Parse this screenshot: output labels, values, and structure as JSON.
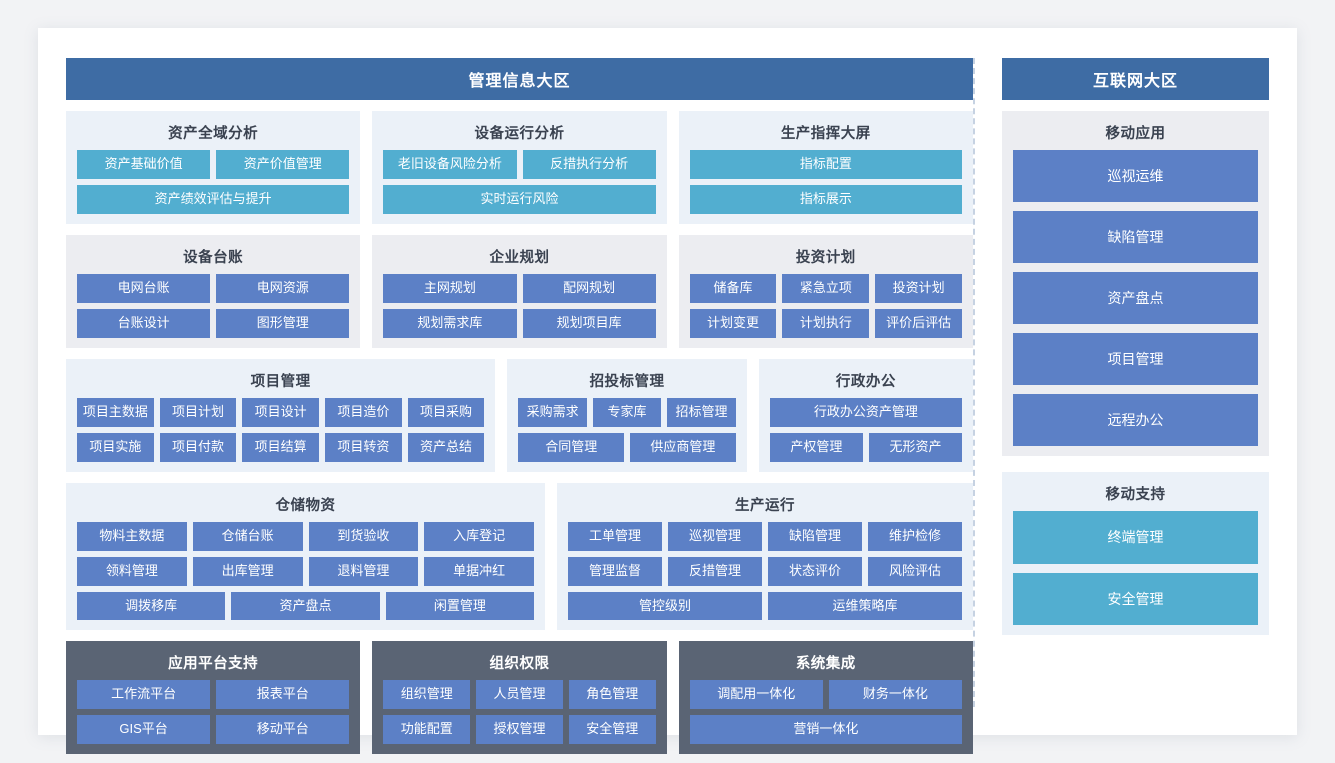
{
  "zones": {
    "left_title": "管理信息大区",
    "right_title": "互联网大区"
  },
  "colors": {
    "zone_header": "#3e6ca4",
    "panel_light": "#ebf1f8",
    "panel_gray": "#ecedf1",
    "panel_dark": "#5a6474",
    "tile_cyan": "#52aed0",
    "tile_blue": "#5c80c6",
    "card_bg": "#ffffff",
    "page_bg": "#f2f3f5",
    "divider": "#c6d2e2"
  },
  "left": {
    "band1": [
      {
        "title": "资产全域分析",
        "panel": "light",
        "tile": "cyan",
        "rows": [
          [
            "资产基础价值",
            "资产价值管理"
          ],
          [
            "资产绩效评估与提升"
          ]
        ]
      },
      {
        "title": "设备运行分析",
        "panel": "light",
        "tile": "cyan",
        "rows": [
          [
            "老旧设备风险分析",
            "反措执行分析"
          ],
          [
            "实时运行风险"
          ]
        ]
      },
      {
        "title": "生产指挥大屏",
        "panel": "light",
        "tile": "cyan",
        "rows": [
          [
            "指标配置"
          ],
          [
            "指标展示"
          ]
        ]
      }
    ],
    "band2": [
      {
        "title": "设备台账",
        "panel": "gray",
        "tile": "blue",
        "rows": [
          [
            "电网台账",
            "电网资源"
          ],
          [
            "台账设计",
            "图形管理"
          ]
        ]
      },
      {
        "title": "企业规划",
        "panel": "gray",
        "tile": "blue",
        "rows": [
          [
            "主网规划",
            "配网规划"
          ],
          [
            "规划需求库",
            "规划项目库"
          ]
        ]
      },
      {
        "title": "投资计划",
        "panel": "gray",
        "tile": "blue",
        "rows": [
          [
            "储备库",
            "紧急立项",
            "投资计划"
          ],
          [
            "计划变更",
            "计划执行",
            "评价后评估"
          ]
        ]
      }
    ],
    "band3": [
      {
        "title": "项目管理",
        "panel": "light",
        "tile": "blue",
        "rows": [
          [
            "项目主数据",
            "项目计划",
            "项目设计",
            "项目造价",
            "项目采购"
          ],
          [
            "项目实施",
            "项目付款",
            "项目结算",
            "项目转资",
            "资产总结"
          ]
        ]
      },
      {
        "title": "招投标管理",
        "panel": "light",
        "tile": "blue",
        "rows": [
          [
            "采购需求",
            "专家库",
            "招标管理"
          ],
          [
            "合同管理",
            "供应商管理"
          ]
        ]
      },
      {
        "title": "行政办公",
        "panel": "light",
        "tile": "blue",
        "rows": [
          [
            "行政办公资产管理"
          ],
          [
            "产权管理",
            "无形资产"
          ]
        ]
      }
    ],
    "band4": [
      {
        "title": "仓储物资",
        "panel": "light",
        "tile": "blue",
        "rows": [
          [
            "物料主数据",
            "仓储台账",
            "到货验收",
            "入库登记"
          ],
          [
            "领料管理",
            "出库管理",
            "退料管理",
            "单据冲红"
          ],
          [
            "调拨移库",
            "资产盘点",
            "闲置管理"
          ]
        ]
      },
      {
        "title": "生产运行",
        "panel": "light",
        "tile": "blue",
        "rows": [
          [
            "工单管理",
            "巡视管理",
            "缺陷管理",
            "维护检修"
          ],
          [
            "管理监督",
            "反措管理",
            "状态评价",
            "风险评估"
          ],
          [
            "管控级别",
            "运维策略库"
          ]
        ]
      }
    ],
    "band5": [
      {
        "title": "应用平台支持",
        "panel": "dark",
        "tile": "blue",
        "rows": [
          [
            "工作流平台",
            "报表平台"
          ],
          [
            "GIS平台",
            "移动平台"
          ]
        ]
      },
      {
        "title": "组织权限",
        "panel": "dark",
        "tile": "blue",
        "rows": [
          [
            "组织管理",
            "人员管理",
            "角色管理"
          ],
          [
            "功能配置",
            "授权管理",
            "安全管理"
          ]
        ]
      },
      {
        "title": "系统集成",
        "panel": "dark",
        "tile": "blue",
        "rows": [
          [
            "调配用一体化",
            "财务一体化"
          ],
          [
            "营销一体化"
          ]
        ]
      }
    ]
  },
  "right": {
    "groups": [
      {
        "title": "移动应用",
        "panel": "gray",
        "tile": "blue",
        "rows": [
          [
            "巡视运维"
          ],
          [
            "缺陷管理"
          ],
          [
            "资产盘点"
          ],
          [
            "项目管理"
          ],
          [
            "远程办公"
          ]
        ]
      },
      {
        "title": "移动支持",
        "panel": "light",
        "tile": "cyan",
        "rows": [
          [
            "终端管理"
          ],
          [
            "安全管理"
          ]
        ]
      }
    ]
  }
}
